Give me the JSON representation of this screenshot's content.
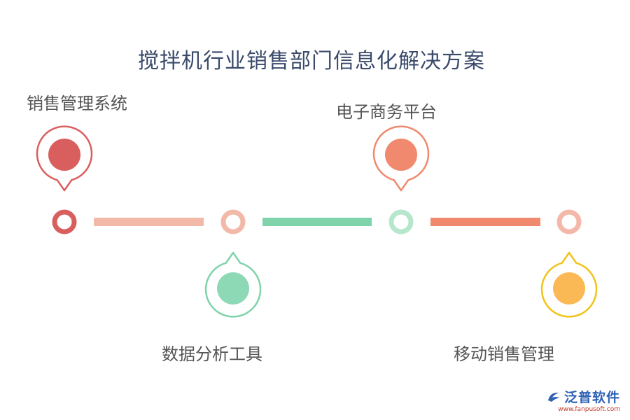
{
  "title": "搅拌机行业销售部门信息化解决方案",
  "nodes": [
    {
      "label": "销售管理系统",
      "color": "#d95f5f"
    },
    {
      "label": "数据分析工具",
      "color": "#8dd8b5"
    },
    {
      "label": "电子商务平台",
      "color": "#f0896e"
    },
    {
      "label": "移动销售管理",
      "color": "#fbb955"
    }
  ],
  "logo": {
    "name": "泛普软件",
    "url": "www.fanpusoft.com"
  }
}
